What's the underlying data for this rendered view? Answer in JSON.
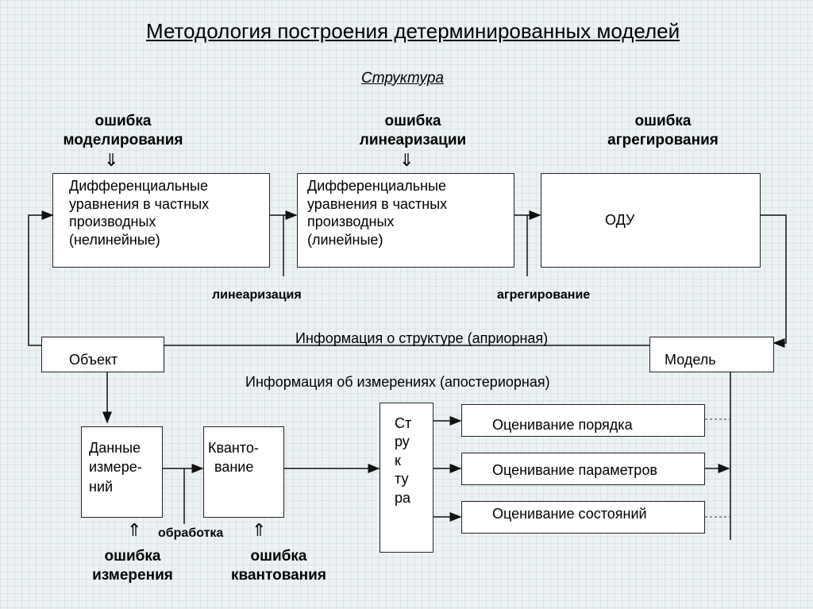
{
  "title": "Методология построения детерминированных моделей",
  "subtitle": "Структура",
  "errors_top": {
    "modeling": [
      "ошибка",
      "моделирования"
    ],
    "linearization": [
      "ошибка",
      "линеаризации"
    ],
    "aggregation": [
      "ошибка",
      "агрегирования"
    ]
  },
  "arrow_down": "⇓",
  "arrow_up": "⇑",
  "boxes": {
    "nonlinear": [
      "Дифференциальные",
      "уравнения в частных",
      "производных",
      "(нелинейные)"
    ],
    "linear": [
      "Дифференциальные",
      "уравнения в частных",
      "производных",
      "(линейные)"
    ],
    "ode": "ОДУ",
    "object": "Объект",
    "model": "Модель",
    "measurements": [
      "Данные",
      "измере-",
      "ний"
    ],
    "quantization": [
      "Кванто-",
      "вание"
    ],
    "structure": [
      "Ст",
      "ру",
      "к",
      "ту",
      "ра"
    ],
    "order_est": "Оценивание порядка",
    "param_est": "Оценивание параметров",
    "state_est": "Оценивание состояний"
  },
  "labels": {
    "linearization": "линеаризация",
    "aggregation": "агрегирование",
    "info_structure": "Информация о структуре (априорная)",
    "info_measurements": "Информация об измерениях (апостериорная)",
    "processing": "обработка"
  },
  "errors_bottom": {
    "measurement": [
      "ошибка",
      "измерения"
    ],
    "quantization": [
      "ошибка",
      "квантования"
    ]
  }
}
